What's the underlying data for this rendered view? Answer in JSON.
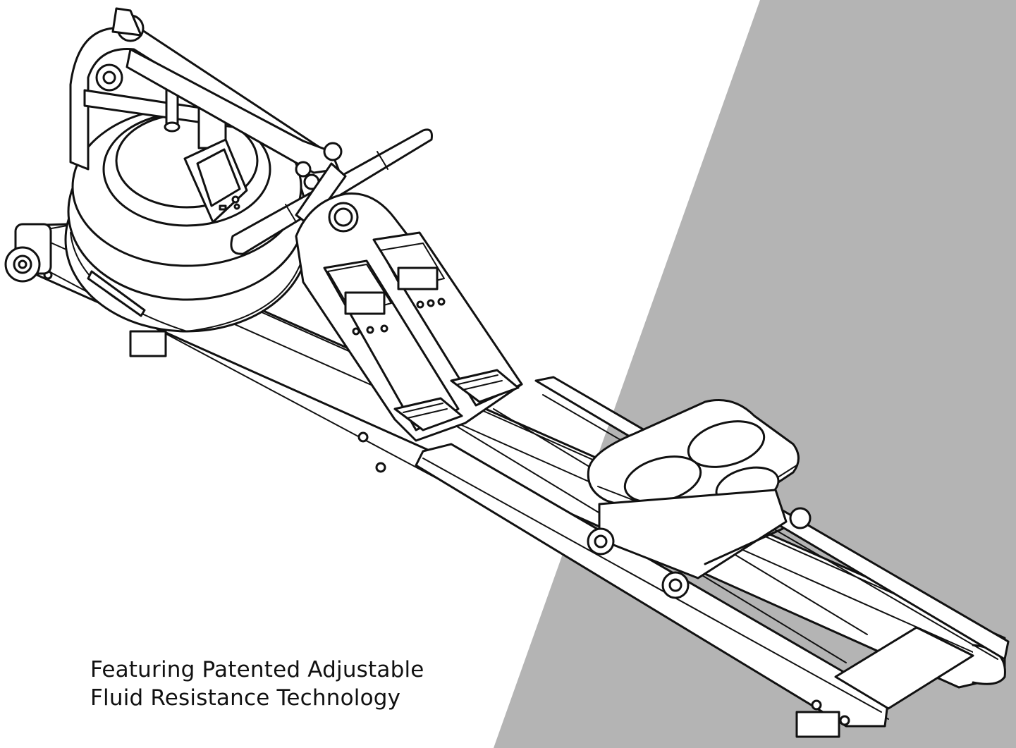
{
  "caption": {
    "line1": "Featuring Patented Adjustable",
    "line2": "Fluid Resistance Technology"
  },
  "colors": {
    "background": "#ffffff",
    "diagonal_panel": "#b4b4b4",
    "line_art": "#111111",
    "fill": "#ffffff"
  },
  "illustration": {
    "subject": "water-rowing-machine",
    "style": "isometric-line-drawing"
  }
}
